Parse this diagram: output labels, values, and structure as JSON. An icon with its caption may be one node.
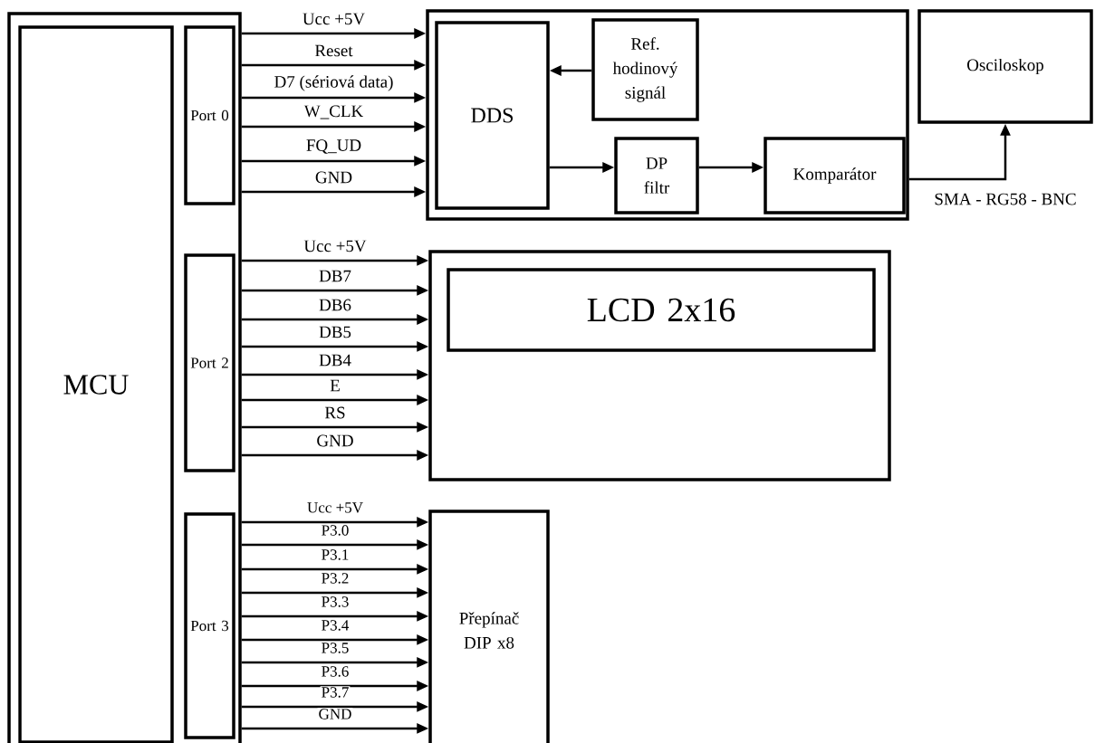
{
  "diagram": {
    "nodes": [
      {
        "text": [],
        "shape": "box"
      },
      {
        "text": [
          "MCU"
        ],
        "in": 0
      },
      {
        "text": [
          "Port 0"
        ],
        "in": 0
      },
      {
        "text": [
          "Port 2"
        ],
        "in": 0
      },
      {
        "text": [
          "Port 3"
        ],
        "in": 0
      },
      {
        "text": [],
        "shape": "box"
      },
      {
        "text": [
          "DDS"
        ],
        "in": 5
      },
      {
        "text": [
          "Ref. hodinový signál"
        ],
        "in": 5
      },
      {
        "text": [
          "DP filtr"
        ],
        "in": 5
      },
      {
        "text": [
          "Komparátor"
        ],
        "in": 5
      },
      {
        "text": [
          "Osciloskop"
        ]
      },
      {
        "text": [],
        "shape": "box"
      },
      {
        "text": [
          "LCD 2x16"
        ],
        "in": 11
      },
      {
        "text": [
          "Přepínač DIP x8"
        ]
      }
    ],
    "edges": [
      {
        "from": 0,
        "to": 5,
        "arrow": "to",
        "label": "Ucc +5V"
      },
      {
        "from": 0,
        "to": 5,
        "arrow": "to",
        "label": "Reset"
      },
      {
        "from": 0,
        "to": 5,
        "arrow": "to",
        "label": "D7 (sériová data)"
      },
      {
        "from": 0,
        "to": 5,
        "arrow": "to",
        "label": "W_CLK"
      },
      {
        "from": 0,
        "to": 5,
        "arrow": "to",
        "label": "FQ_UD"
      },
      {
        "from": 0,
        "to": 5,
        "arrow": "to",
        "label": "GND"
      },
      {
        "from": 0,
        "to": 11,
        "arrow": "to",
        "label": "Ucc +5V"
      },
      {
        "from": 0,
        "to": 11,
        "arrow": "to",
        "label": "DB7"
      },
      {
        "from": 0,
        "to": 11,
        "arrow": "to",
        "label": "DB6"
      },
      {
        "from": 0,
        "to": 11,
        "arrow": "to",
        "label": "DB5"
      },
      {
        "from": 0,
        "to": 11,
        "arrow": "to",
        "label": "DB4"
      },
      {
        "from": 0,
        "to": 11,
        "arrow": "to",
        "label": "E"
      },
      {
        "from": 0,
        "to": 11,
        "arrow": "to",
        "label": "RS"
      },
      {
        "from": 0,
        "to": 11,
        "arrow": "to",
        "label": "GND"
      },
      {
        "from": 0,
        "to": 13,
        "arrow": "to",
        "label": "Ucc +5V"
      },
      {
        "from": 0,
        "to": 13,
        "arrow": "to",
        "label": "P3.0"
      },
      {
        "from": 0,
        "to": 13,
        "arrow": "to",
        "label": "P3.1"
      },
      {
        "from": 0,
        "to": 13,
        "arrow": "to",
        "label": "P3.2"
      },
      {
        "from": 0,
        "to": 13,
        "arrow": "to",
        "label": "P3.3"
      },
      {
        "from": 0,
        "to": 13,
        "arrow": "to",
        "label": "P3.4"
      },
      {
        "from": 0,
        "to": 13,
        "arrow": "to",
        "label": "P3.5"
      },
      {
        "from": 0,
        "to": 13,
        "arrow": "to",
        "label": "P3.6"
      },
      {
        "from": 0,
        "to": 13,
        "arrow": "to",
        "label": "P3.7"
      },
      {
        "from": 0,
        "to": 13,
        "arrow": "to",
        "label": "GND"
      },
      {
        "from": 7,
        "to": 6,
        "arrow": "to"
      },
      {
        "from": 6,
        "to": 8,
        "arrow": "to"
      },
      {
        "from": 8,
        "to": 9,
        "arrow": "to"
      },
      {
        "from": 5,
        "to": 10,
        "arrow": "to",
        "label": "SMA - RG58 - BNC"
      }
    ]
  }
}
